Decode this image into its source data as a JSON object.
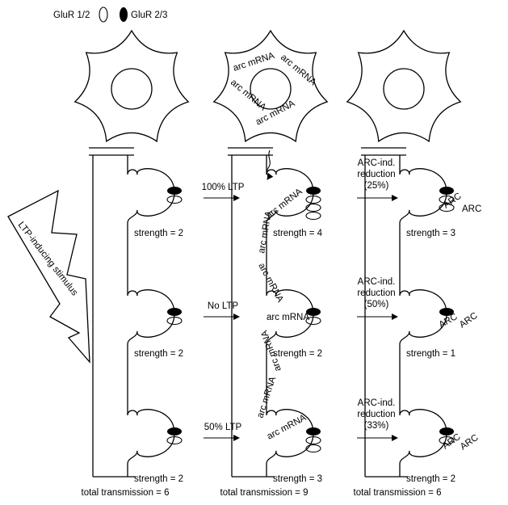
{
  "legend": {
    "glur12": "GluR 1/2",
    "glur23": "GluR 2/3"
  },
  "stimulus_label": "LTP-inducing stimulus",
  "mrna_label": "arc mRNA",
  "arc_label": "ARC",
  "panels": [
    {
      "synapses": [
        {
          "strength": "strength = 2"
        },
        {
          "strength": "strength = 2"
        },
        {
          "strength": "strength = 2"
        }
      ],
      "total": "total transmission = 6"
    },
    {
      "synapses": [
        {
          "strength": "strength = 4"
        },
        {
          "strength": "strength = 2"
        },
        {
          "strength": "strength = 3"
        }
      ],
      "total": "total transmission = 9"
    },
    {
      "synapses": [
        {
          "strength": "strength = 3"
        },
        {
          "strength": "strength = 1"
        },
        {
          "strength": "strength = 2"
        }
      ],
      "total": "total transmission = 6"
    }
  ],
  "ltp_arrows": [
    "100% LTP",
    "No LTP",
    "50% LTP"
  ],
  "reduction_arrows": [
    {
      "line1": "ARC-ind.",
      "line2": "reduction",
      "line3": "(25%)"
    },
    {
      "line1": "ARC-ind.",
      "line2": "reduction",
      "line3": "(50%)"
    },
    {
      "line1": "ARC-ind.",
      "line2": "reduction",
      "line3": "(33%)"
    }
  ]
}
